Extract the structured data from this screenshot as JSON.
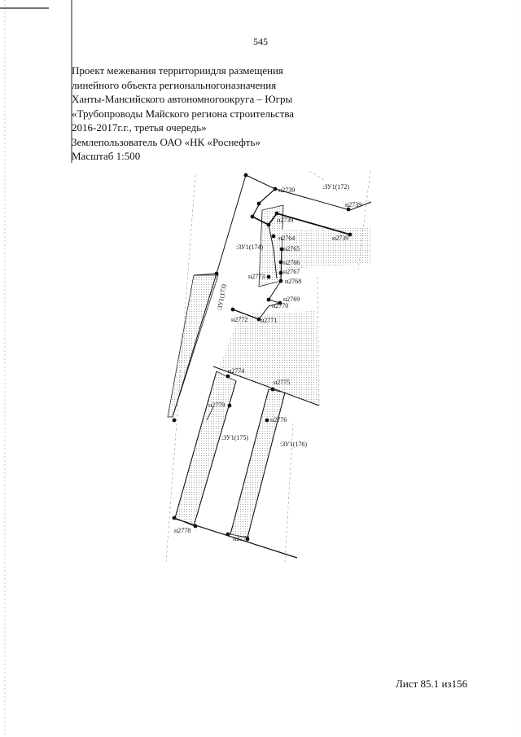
{
  "page": {
    "number": "545"
  },
  "header": {
    "lines": [
      "Проект межевания территориидля размещения",
      "линейного объекта региональногоназначения",
      "Ханты-Мансийского автономногоокруга – Югры",
      "«Трубопроводы Майского региона строительства",
      "2016-2017г.г., третья очередь»",
      "Землепользователь ОАО «НК «Роснефть»",
      "Масштаб 1:500"
    ]
  },
  "map": {
    "zone_labels": [
      ":ЗУ1(172)",
      ":ЗУ1(173)",
      ":ЗУ1(174)",
      ":ЗУ1(175)",
      ":ЗУ1(176)"
    ],
    "point_labels": [
      "н2739",
      "н2739",
      "н2739",
      "н2739",
      "н2764",
      "н2765",
      "н2766",
      "н2767",
      "н2768",
      "н2769",
      "н2770",
      "н2771",
      "н2772",
      "н2773",
      "н2774",
      "н2775",
      "н2776",
      "н2777",
      "н2778",
      "н2779"
    ]
  },
  "footer": {
    "sheet": "Лист 85.1 из156"
  }
}
